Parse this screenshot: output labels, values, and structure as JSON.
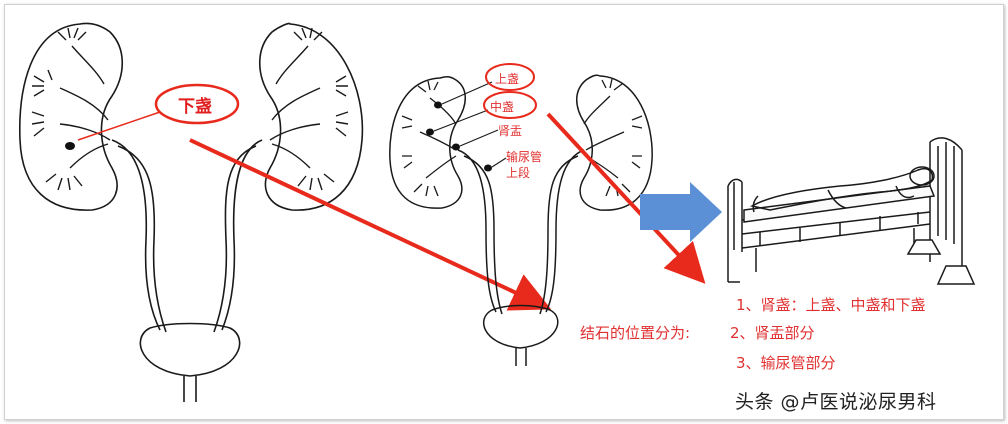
{
  "labels": {
    "lower_calyx": "下盏",
    "upper_calyx": "上盏",
    "middle_calyx": "中盏",
    "renal_pelvis": "肾盂",
    "upper_ureter_line1": "输尿管",
    "upper_ureter_line2": "上段"
  },
  "notes": {
    "intro": "结石的位置分为:",
    "item1": "1、肾盏：上盏、中盏和下盏",
    "item2": "2、肾盂部分",
    "item3": "3、输尿管部分"
  },
  "watermark": "头条 @卢医说泌尿男科",
  "colors": {
    "annotation_red": "#e03030",
    "arrow_red": "#e82a1c",
    "block_arrow_blue": "#5b8fd6",
    "line_art": "#1a1a1a"
  }
}
